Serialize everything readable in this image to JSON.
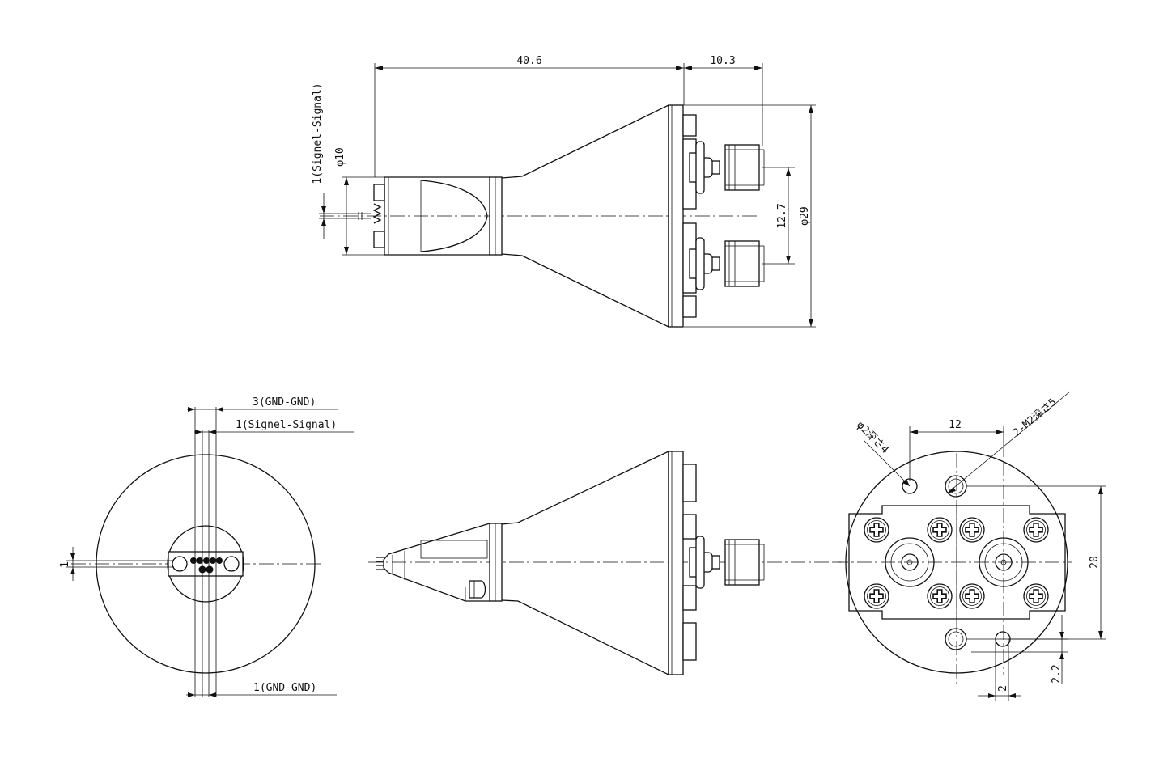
{
  "dimensions": {
    "body_length": "40.6",
    "connector_length": "10.3",
    "connector_pitch": "12.7",
    "body_diameter": "φ29",
    "tip_diameter": "φ10",
    "side_signal_pitch": "1(Signel-Signal)",
    "front_gnd_gnd_3": "3(GND-GND)",
    "front_signal_signal": "1(Signel-Signal)",
    "front_gnd_gnd_1": "1(GND-GND)",
    "front_offset": "1",
    "hole_pitch": "12",
    "pin_hole": "φ2深さ4",
    "screw_hole": "2-M2深さ5",
    "hole_vertical_pitch": "20",
    "pin_offset_x": "2",
    "pin_offset_y": "2.2"
  },
  "colors": {
    "line": "#111111",
    "background": "#ffffff"
  }
}
